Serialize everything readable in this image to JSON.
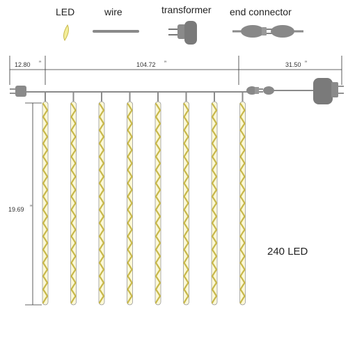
{
  "legend": {
    "led": "LED",
    "wire": "wire",
    "transformer": "transformer",
    "end_connector": "end connector"
  },
  "dimensions": {
    "left_segment": "12.80",
    "left_segment_unit": "”",
    "middle_segment": "104.72",
    "middle_segment_unit": "”",
    "right_segment": "31.50",
    "right_segment_unit": "”",
    "drop_length": "19.69",
    "drop_length_unit": "”"
  },
  "led_count_label": "240   LED",
  "strands": 8,
  "colors": {
    "wire": "#8a8a8a",
    "plug": "#7a7a7a",
    "led_fill": "#f3ee9a",
    "led_stroke": "#c8b84a",
    "dimension_line": "#333333"
  }
}
